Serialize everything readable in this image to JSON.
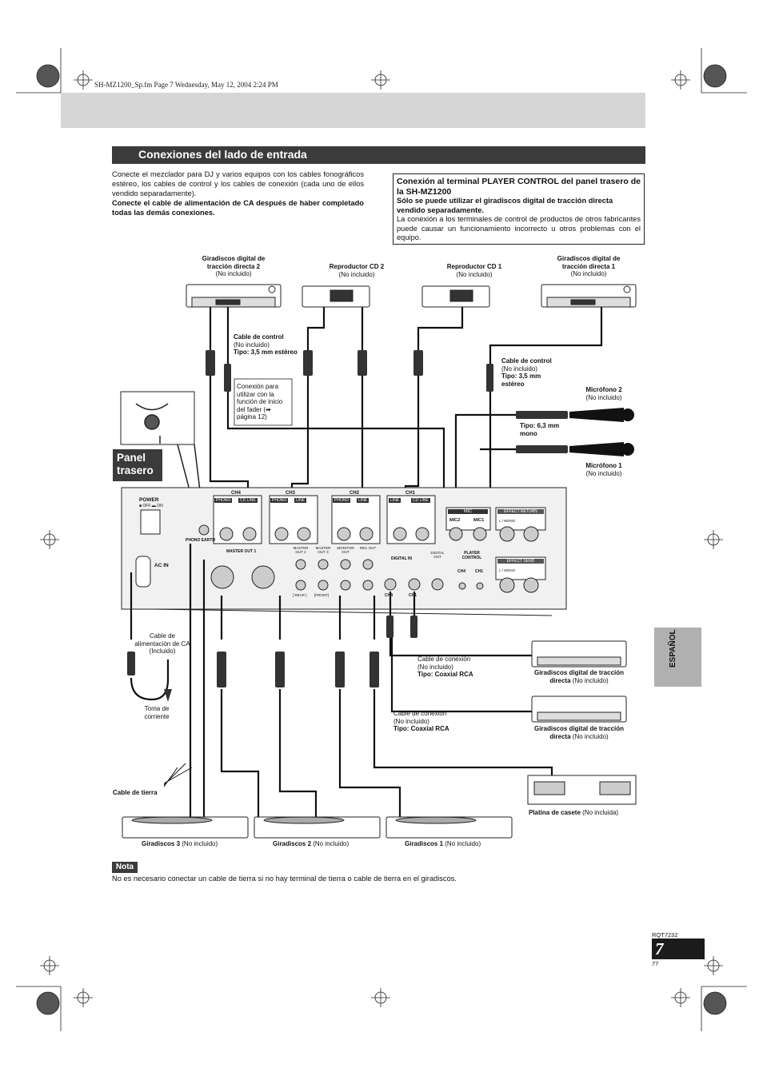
{
  "file_line": "SH-MZ1200_Sp.fm  Page 7  Wednesday, May 12, 2004  2:24 PM",
  "section_title": "Conexiones del lado de entrada",
  "intro": {
    "p1": "Conecte el mezclador para DJ y varios equipos con los cables fonográficos estéreo, los cables de control y los cables de conexión (cada uno de ellos vendido separadamente).",
    "p2_bold": "Conecte el cable de alimentación de CA después de haber completado todas las demás conexiones."
  },
  "player_control_box": {
    "title": "Conexión al terminal PLAYER CONTROL del panel trasero de la SH-MZ1200",
    "bold": "Sólo se puede utilizar el giradiscos digital de tracción directa vendido separadamente.",
    "text": "La conexión a los terminales de control de productos de otros fabricantes puede causar un funcionamiento incorrecto u otros problemas con el equipo."
  },
  "devices": {
    "dd2": {
      "title": "Giradiscos digital de tracción directa 2",
      "sub": "(No incluido)"
    },
    "cd2": {
      "title": "Reproductor CD 2",
      "sub": "(No incluido)"
    },
    "cd1": {
      "title": "Reproductor CD 1",
      "sub": "(No incluido)"
    },
    "dd1": {
      "title": "Giradiscos digital de tracción directa 1",
      "sub": "(No incluido)"
    },
    "mic2": {
      "title": "Micrófono 2",
      "sub": "(No incluido)"
    },
    "mic1": {
      "title": "Micrófono 1",
      "sub": "(No incluido)"
    },
    "ddA": {
      "title": "Giradiscos digital de tracción directa",
      "sub": "(No incluido)"
    },
    "ddB": {
      "title": "Giradiscos digital de tracción directa",
      "sub": "(No incluido)"
    },
    "tape": {
      "title": "Platina de casete",
      "sub": "(No incluida)"
    },
    "tt3": {
      "title": "Giradiscos 3",
      "sub": "(No incluido)"
    },
    "tt2": {
      "title": "Giradiscos 2",
      "sub": "(No incluido)"
    },
    "tt1": {
      "title": "Giradiscos 1",
      "sub": "(No incluido)"
    }
  },
  "cables": {
    "control1": {
      "title": "Cable de control",
      "sub": "(No incluido)",
      "type": "Tipo: 3,5 mm estéreo"
    },
    "control2": {
      "title": "Cable de control",
      "sub": "(No incluido)",
      "type": "Tipo: 3,5 mm estéreo"
    },
    "mic_type": "Tipo: 6,3 mm mono",
    "coax1": {
      "title": "Cable de conexión",
      "sub": "(No incluido)",
      "type": "Tipo: Coaxial RCA"
    },
    "coax2": {
      "title": "Cable de conexión",
      "sub": "(No incluido)",
      "type": "Tipo: Coaxial RCA"
    },
    "ac": "Cable de alimentación de CA (Incluido)",
    "outlet": "Toma de corriente",
    "ground": "Cable de tierra"
  },
  "fader_note": "Conexión para utilizar con la función de inicio del fader (➡ página 12)",
  "panel_tag": "Panel trasero",
  "panel_labels": {
    "power": "POWER",
    "off_on": "■ OFF ▬ ON",
    "ac_in": "AC IN",
    "ch4": "CH4",
    "ch3": "CH3",
    "ch2": "CH2",
    "ch1": "CH1",
    "phono": "PHONO",
    "cd_line": "CD LINE",
    "line": "LINE",
    "mic": "MIC",
    "mic2": "MIC2",
    "mic1": "MIC1",
    "effect_return": "EFFECT RETURN",
    "effect_send": "EFFECT SEND",
    "l_mono": "L / MONO",
    "phono_earth": "PHONO EARTH",
    "master_out1": "MASTER OUT 1",
    "master_out2": "MASTER OUT 2",
    "master_out3": "MASTER OUT 3",
    "monitor_out": "MONITOR OUT",
    "rec_out": "REC OUT",
    "digital_in": "DIGITAL IN",
    "digital_out": "DIGITAL OUT",
    "player_control": "PLAYER CONTROL",
    "rear": "[ REAR ]",
    "front": "[FRONT]"
  },
  "espanol": "ESPAÑOL",
  "nota_label": "Nota",
  "nota_text": "No es necesario conectar un cable de tierra si no hay terminal de tierra o cable de tierra en el giradiscos.",
  "doc_code": "RQT7232",
  "page_number": "7",
  "page_sub": "77"
}
